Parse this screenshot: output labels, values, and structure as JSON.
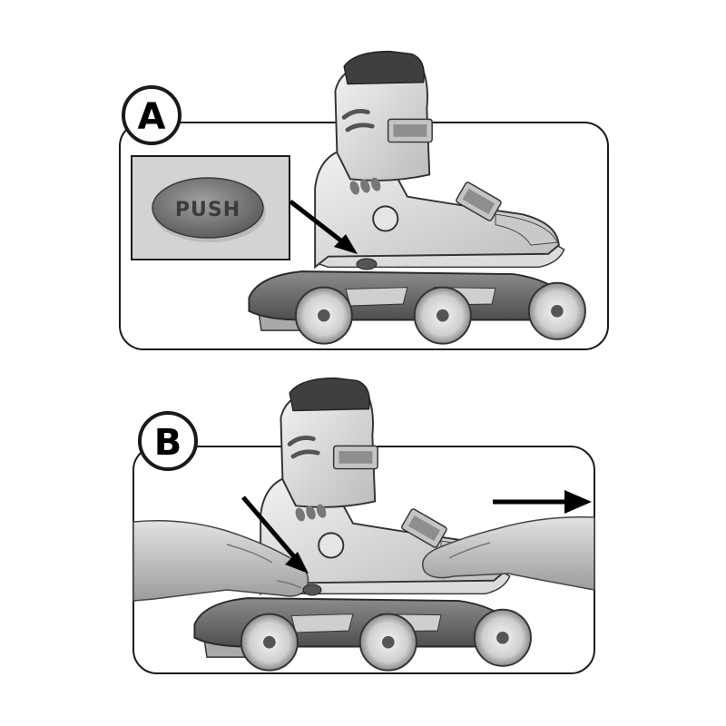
{
  "steps": [
    {
      "label": "A",
      "inset_button_text": "PUSH"
    },
    {
      "label": "B"
    }
  ],
  "colors": {
    "frame": "#1a1a1a",
    "boot_light": "#e6e6e6",
    "boot_shade": "#bdbdbd",
    "boot_dark": "#4a4a4a",
    "chassis": "#6e6e6e",
    "wheel": "#d9d9d9",
    "button": "#7a7a7a",
    "skin": "#cfcfcf",
    "arrow": "#000000"
  },
  "icons": [
    "inline-skate",
    "push-button",
    "pointing-arrow",
    "hand-left",
    "hand-right",
    "direction-arrow-right"
  ]
}
